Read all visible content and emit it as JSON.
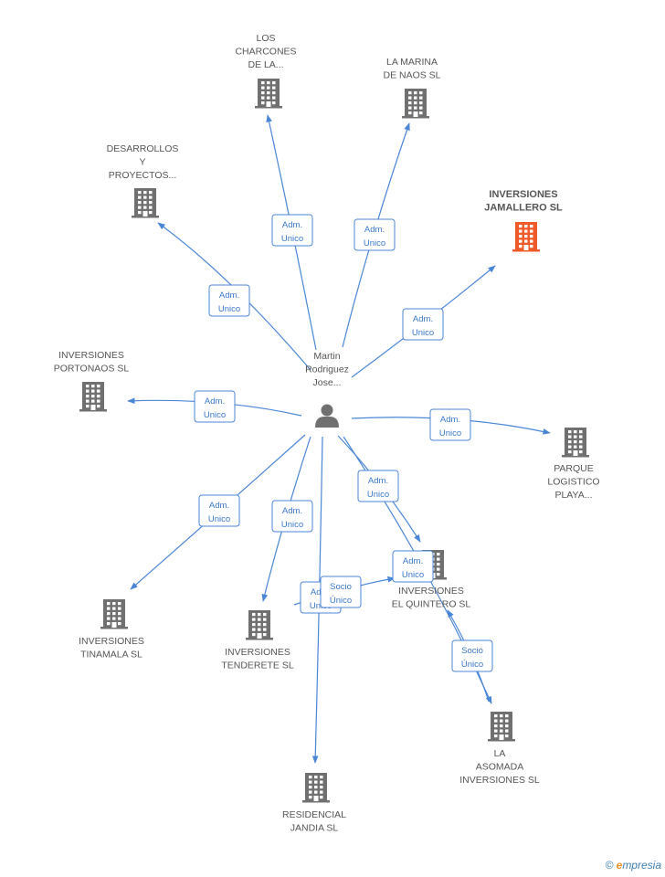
{
  "center": {
    "name_lines": [
      "Martin",
      "Rodriguez",
      "Jose..."
    ]
  },
  "nodes": [
    {
      "id": "charcones",
      "lines": [
        "LOS",
        "CHARCONES",
        "DE LA..."
      ]
    },
    {
      "id": "marina",
      "lines": [
        "LA MARINA",
        "DE NAOS SL"
      ]
    },
    {
      "id": "desarrollos",
      "lines": [
        "DESARROLLOS",
        "Y",
        "PROYECTOS..."
      ]
    },
    {
      "id": "jamallero",
      "lines": [
        "INVERSIONES",
        "JAMALLERO SL"
      ],
      "highlight": true
    },
    {
      "id": "portonaos",
      "lines": [
        "INVERSIONES",
        "PORTONAOS SL"
      ]
    },
    {
      "id": "parque",
      "lines": [
        "PARQUE",
        "LOGISTICO",
        "PLAYA..."
      ]
    },
    {
      "id": "quintero",
      "lines": [
        "INVERSIONES",
        "EL QUINTERO SL"
      ]
    },
    {
      "id": "tinamala",
      "lines": [
        "INVERSIONES",
        "TINAMALA SL"
      ]
    },
    {
      "id": "tenderete",
      "lines": [
        "INVERSIONES",
        "TENDERETE SL"
      ]
    },
    {
      "id": "asomada",
      "lines": [
        "LA",
        "ASOMADA",
        "INVERSIONES SL"
      ]
    },
    {
      "id": "jandia",
      "lines": [
        "RESIDENCIAL",
        "JANDIA SL"
      ]
    }
  ],
  "edges": [
    {
      "from": "center",
      "to": "charcones",
      "badge": [
        "Adm.",
        "Unico"
      ]
    },
    {
      "from": "center",
      "to": "marina",
      "badge": [
        "Adm.",
        "Unico"
      ]
    },
    {
      "from": "center",
      "to": "desarrollos",
      "badge": [
        "Adm.",
        "Unico"
      ]
    },
    {
      "from": "center",
      "to": "jamallero",
      "badge": [
        "Adm.",
        "Unico"
      ]
    },
    {
      "from": "center",
      "to": "portonaos",
      "badge": [
        "Adm.",
        "Unico"
      ]
    },
    {
      "from": "center",
      "to": "parque",
      "badge": [
        "Adm.",
        "Unico"
      ]
    },
    {
      "from": "center",
      "to": "quintero",
      "badge": [
        "Adm.",
        "Unico"
      ]
    },
    {
      "from": "center",
      "to": "tinamala",
      "badge": [
        "Adm.",
        "Unico"
      ]
    },
    {
      "from": "center",
      "to": "tenderete",
      "badge": [
        "Adm.",
        "Unico"
      ]
    },
    {
      "from": "center",
      "to": "asomada",
      "badge": [
        "Adm.",
        "Unico"
      ]
    },
    {
      "from": "center",
      "to": "jandia",
      "badge": [
        "Adm.",
        "Unico"
      ]
    },
    {
      "from": "tenderete",
      "to": "quintero",
      "badge": [
        "Socio",
        "Único"
      ]
    },
    {
      "from": "asomada",
      "to": "quintero",
      "badge": [
        "Socio",
        "Único"
      ]
    }
  ],
  "colors": {
    "edge": "#4a86d6",
    "building": "#707070",
    "highlight": "#f05a28"
  },
  "icons": {
    "company": "building-icon",
    "person": "person-icon"
  },
  "brand": {
    "copyright": "©",
    "initial": "e",
    "rest": "mpresia"
  }
}
